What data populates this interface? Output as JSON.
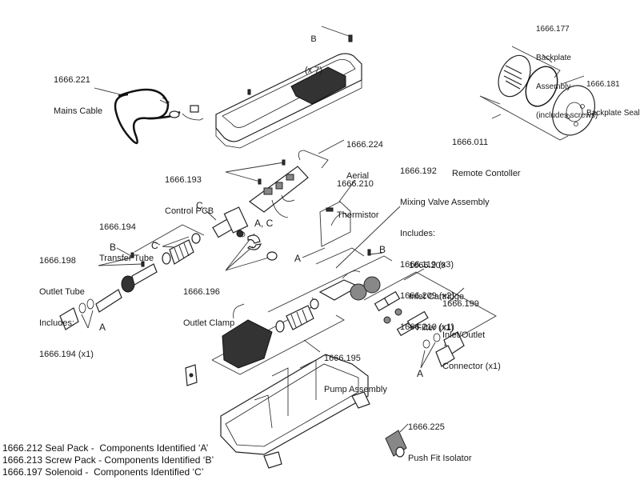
{
  "parts": {
    "screws_b": {
      "letter": "B",
      "qty": "(x 7)"
    },
    "mains_cable": {
      "number": "1666.221",
      "name": "Mains Cable"
    },
    "backplate_assembly": {
      "number": "1666.177",
      "name": "Backplate",
      "name2": "Assembly",
      "note": "(includes screws)"
    },
    "backplate_seal": {
      "number": "1666.181",
      "name": "Backplate Seal"
    },
    "remote_controller": {
      "number": "1666.011",
      "name": "Remote Contoller"
    },
    "aerial": {
      "number": "1666.224",
      "name": "Aerial"
    },
    "control_pcb": {
      "number": "1666.193",
      "name": "Control PCB"
    },
    "thermistor": {
      "number": "1666.210",
      "name": "Thermistor"
    },
    "mixing_valve": {
      "number": "1666.192",
      "name": "Mixing Valve Assembly",
      "includes_label": "Includes:",
      "includes": [
        "1666.119 (x3)",
        "1666.209 (x2)",
        "1666.210 (x1)"
      ]
    },
    "transfer_tube": {
      "number": "1666.194",
      "name": "Transfer Tube"
    },
    "outlet_tube": {
      "number": "1666.198",
      "name": "Outlet Tube",
      "includes_label": "Includes:",
      "includes": [
        "1666.194 (x1)"
      ]
    },
    "outlet_clamp": {
      "number": "1666.196",
      "name": "Outlet Clamp"
    },
    "inlet_cartridge": {
      "number": "1666.209",
      "name": "Inlet Cartridge",
      "note": "+ Filter (x1)"
    },
    "inlet_outlet_connector": {
      "number": "1666.199",
      "name": "Inlet/Outlet",
      "name2": "Connector (x1)"
    },
    "pump_assembly": {
      "number": "1666.195",
      "name": "Pump Assembly"
    },
    "push_fit_isolator": {
      "number": "1666.225",
      "name": "Push Fit Isolator"
    }
  },
  "letters": {
    "c_solenoid": "C",
    "a_c_clamp": "A, C",
    "b_outlet": "B",
    "c_transfer": "C",
    "a_outlet": "A",
    "a_thermistor": "A",
    "b_valve": "B",
    "a_connector": "A"
  },
  "legend": [
    "1666.212 Seal Pack -  Components Identified ‘A’",
    "1666.213 Screw Pack - Components Identified ‘B’",
    "1666.197 Solenoid -  Components Identified ‘C’"
  ]
}
